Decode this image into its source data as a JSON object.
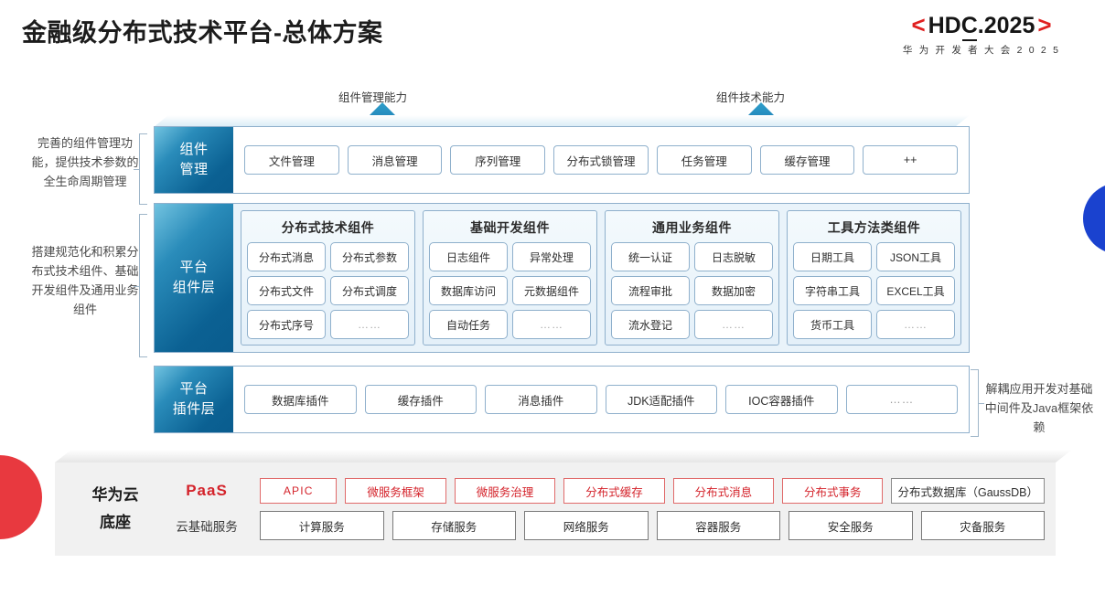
{
  "header": {
    "title": "金融级分布式技术平台-总体方案",
    "logo_bracket_left": "<",
    "logo_bracket_right": ">",
    "logo_main_a": "HD",
    "logo_main_c": "C",
    "logo_main_b": ".2025",
    "logo_sub": "华 为 开 发 者 大 会 2 0 2 5",
    "accent_red": "#e02020"
  },
  "callouts": {
    "left_top": "完善的组件管理功能，提供技术参数的全生命周期管理",
    "left_mid": "搭建规范化和积累分布式技术组件、基础开发组件及通用业务组件",
    "right": "解耦应用开发对基础中间件及Java框架依赖"
  },
  "arrows": [
    {
      "label": "组件管理能力",
      "name": "arrow-component-management"
    },
    {
      "label": "组件技术能力",
      "name": "arrow-component-technology"
    }
  ],
  "layers": {
    "component_management": {
      "label_line1": "组件",
      "label_line2": "管理",
      "chips": [
        "文件管理",
        "消息管理",
        "序列管理",
        "分布式锁管理",
        "任务管理",
        "缓存管理",
        "++"
      ]
    },
    "platform_component": {
      "label_line1": "平台",
      "label_line2": "组件层",
      "groups": [
        {
          "title": "分布式技术组件",
          "items": [
            "分布式消息",
            "分布式参数",
            "分布式文件",
            "分布式调度",
            "分布式序号",
            "……"
          ]
        },
        {
          "title": "基础开发组件",
          "items": [
            "日志组件",
            "异常处理",
            "数据库访问",
            "元数据组件",
            "自动任务",
            "……"
          ]
        },
        {
          "title": "通用业务组件",
          "items": [
            "统一认证",
            "日志脱敏",
            "流程审批",
            "数据加密",
            "流水登记",
            "……"
          ]
        },
        {
          "title": "工具方法类组件",
          "items": [
            "日期工具",
            "JSON工具",
            "字符串工具",
            "EXCEL工具",
            "货币工具",
            "……"
          ]
        }
      ]
    },
    "platform_plugin": {
      "label_line1": "平台",
      "label_line2": "插件层",
      "chips": [
        "数据库插件",
        "缓存插件",
        "消息插件",
        "JDK适配插件",
        "IOC容器插件",
        "……"
      ]
    }
  },
  "bottom": {
    "title_line1": "华为云",
    "title_line2": "底座",
    "paas_label": "PaaS",
    "cloud_label": "云基础服务",
    "paas_items": [
      {
        "text": "APIC",
        "style": "red"
      },
      {
        "text": "微服务框架",
        "style": "red"
      },
      {
        "text": "微服务治理",
        "style": "red"
      },
      {
        "text": "分布式缓存",
        "style": "red"
      },
      {
        "text": "分布式消息",
        "style": "red"
      },
      {
        "text": "分布式事务",
        "style": "red"
      },
      {
        "text": "分布式数据库（GaussDB）",
        "style": "gray"
      }
    ],
    "cloud_items": [
      "计算服务",
      "存储服务",
      "网络服务",
      "容器服务",
      "安全服务",
      "灾备服务"
    ]
  },
  "colors": {
    "layer_label_gradient_start": "#72c3e0",
    "layer_label_gradient_end": "#0a5c8e",
    "chip_border": "#8fb0cc",
    "paas_red": "#d4232b",
    "deco_red": "#e8393f",
    "deco_blue": "#1a42cf"
  }
}
